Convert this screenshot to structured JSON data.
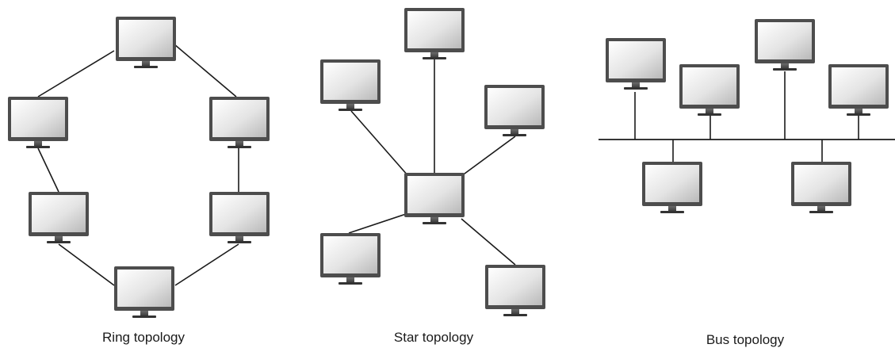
{
  "diagrams": [
    {
      "id": "ring",
      "caption": "Ring topology",
      "nodes": [
        "ring-top",
        "ring-upper-left",
        "ring-upper-right",
        "ring-lower-left",
        "ring-lower-right",
        "ring-bottom"
      ]
    },
    {
      "id": "star",
      "caption": "Star topology",
      "nodes": [
        "star-hub",
        "star-top",
        "star-upper-left",
        "star-upper-right",
        "star-lower-left",
        "star-lower-right"
      ]
    },
    {
      "id": "bus",
      "caption": "Bus topology",
      "nodes": [
        "bus-above-1",
        "bus-above-2",
        "bus-above-3",
        "bus-above-4",
        "bus-below-1",
        "bus-below-2"
      ]
    }
  ],
  "icons": {
    "node": "computer-monitor-icon"
  },
  "colors": {
    "screen_gradient_start": "#ffffff",
    "screen_gradient_end": "#bdbdbd",
    "bezel": "#4d4d4d",
    "line": "#1a1a1a"
  }
}
